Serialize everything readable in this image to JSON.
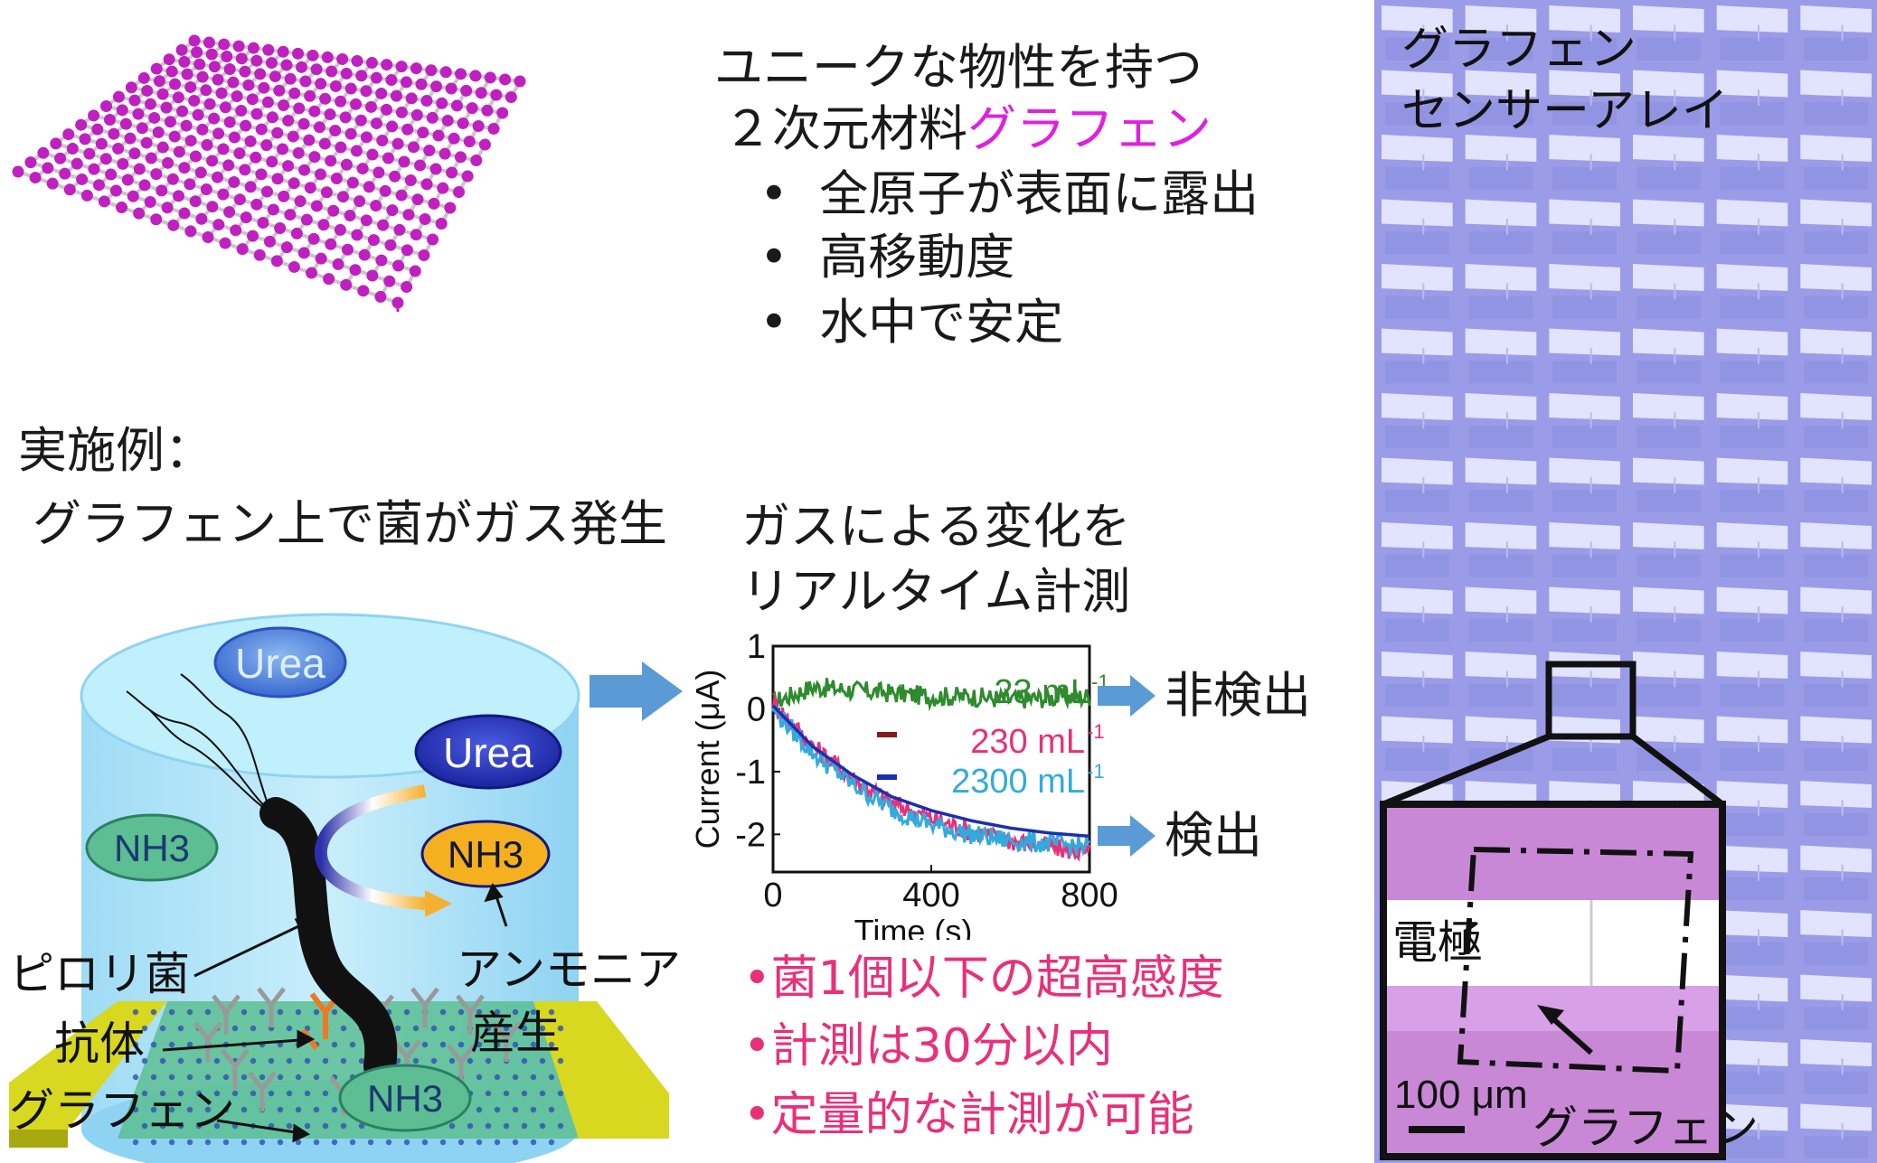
{
  "intro": {
    "line1": "ユニークな物性を持つ",
    "line2_prefix": "２次元材料",
    "line2_highlight": "グラフェン",
    "bullets": [
      "全原子が表面に露出",
      "高移動度",
      "水中で安定"
    ]
  },
  "example": {
    "title_line1": "実施例：",
    "title_line2": "グラフェン上で菌がガス発生"
  },
  "cylinder": {
    "urea_top": "Urea",
    "urea_mid": "Urea",
    "nh3_left": "NH3",
    "nh3_product": "NH3",
    "nh3_bottom": "NH3",
    "label_bacteria": "ピロリ菌",
    "label_antibody": "抗体",
    "label_graphene": "グラフェン",
    "label_ammonia_1": "アンモニア",
    "label_ammonia_2": "産生"
  },
  "measurement": {
    "title_line1": "ガスによる変化を",
    "title_line2": "リアルタイム計測",
    "result_none": "非検出",
    "result_detect": "検出",
    "points": [
      "•菌1個以下の超高感度",
      "•計測は30分以内",
      "•定量的な計測が可能"
    ]
  },
  "chart_data": {
    "type": "line",
    "xlabel": "Time (s)",
    "ylabel": "Current (μA)",
    "xlim": [
      0,
      800
    ],
    "ylim": [
      -2.6,
      1
    ],
    "xticks": [
      "0",
      "400",
      "800"
    ],
    "yticks": [
      "1",
      "0",
      "-1",
      "-2"
    ],
    "series": [
      {
        "name": "23 mL-1",
        "color": "#2e8b2e",
        "x": [
          0,
          100,
          200,
          300,
          400,
          500,
          600,
          700,
          800
        ],
        "y": [
          0.1,
          0.35,
          0.3,
          0.25,
          0.2,
          0.2,
          0.15,
          0.18,
          0.2
        ]
      },
      {
        "name": "230 mL-1",
        "color": "#e8307a",
        "x": [
          0,
          100,
          200,
          300,
          400,
          500,
          600,
          700,
          800
        ],
        "y": [
          0.1,
          -0.6,
          -1.1,
          -1.5,
          -1.75,
          -1.95,
          -2.1,
          -2.2,
          -2.3
        ]
      },
      {
        "name": "2300 mL-1",
        "color": "#33aadd",
        "x": [
          0,
          100,
          200,
          300,
          400,
          500,
          600,
          700,
          800
        ],
        "y": [
          0.0,
          -0.7,
          -1.2,
          -1.6,
          -1.85,
          -2.0,
          -2.1,
          -2.15,
          -2.2
        ]
      },
      {
        "name": "fit",
        "color": "#1a2fb0",
        "x": [
          0,
          100,
          200,
          300,
          400,
          500,
          600,
          700,
          800
        ],
        "y": [
          0.05,
          -0.6,
          -1.05,
          -1.4,
          -1.62,
          -1.78,
          -1.9,
          -1.98,
          -2.03
        ]
      }
    ],
    "legend_labels": [
      "23 mL",
      "230 mL",
      "2300 mL"
    ],
    "legend_sup": "-1"
  },
  "sensor": {
    "title_line1": "グラフェン",
    "title_line2": "センサーアレイ",
    "inset_electrode": "電極",
    "inset_scale": "100 μm",
    "inset_graphene": "グラフェン"
  },
  "colors": {
    "magenta": "#e020e0",
    "pink": "#e8307a",
    "arrow_blue": "#5a9bd5",
    "array_bg": "#9a9ce8"
  }
}
